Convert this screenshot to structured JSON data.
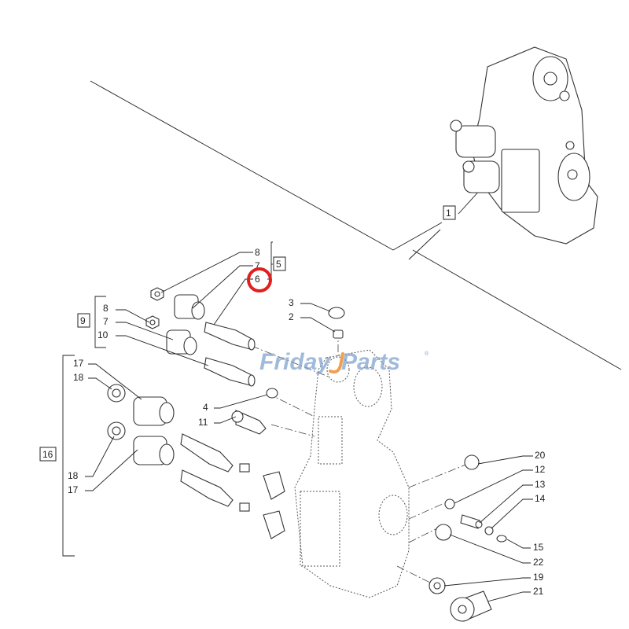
{
  "callouts": {
    "c1": "1",
    "c5": "5",
    "c8a": "8",
    "c7a": "7",
    "c6": "6",
    "c9": "9",
    "c8b": "8",
    "c7b": "7",
    "c10": "10",
    "c3": "3",
    "c2": "2",
    "c17a": "17",
    "c18a": "18",
    "c16": "16",
    "c18b": "18",
    "c17b": "17",
    "c4": "4",
    "c11": "11",
    "c20": "20",
    "c12": "12",
    "c13": "13",
    "c14": "14",
    "c15": "15",
    "c22": "22",
    "c19": "19",
    "c21": "21"
  },
  "highlight": {
    "target": "6",
    "color": "#e02020"
  },
  "watermark": {
    "text_a": "Friday",
    "text_b": "Parts",
    "mark": "®",
    "color": "#7fa3d0",
    "accent": "#f0a050"
  }
}
